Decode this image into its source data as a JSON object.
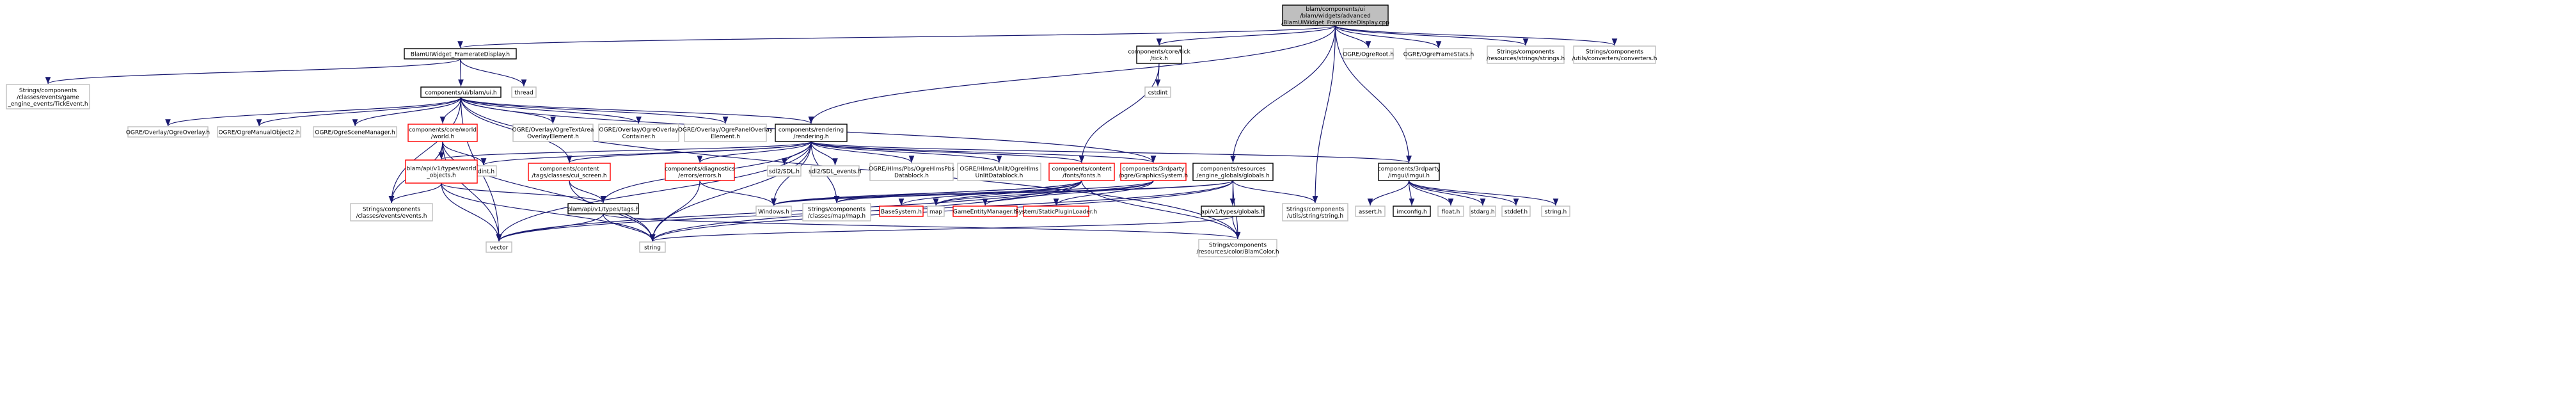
{
  "colors": {
    "root_fill": "#bfbfbf",
    "box_black": "#000000",
    "box_gray": "#bfbfbf",
    "box_red": "#ff0000",
    "edge": "#191970",
    "text": "#000000"
  },
  "nodes": [
    {
      "id": "root",
      "style": "root",
      "lines": [
        "blam/components/ui",
        "/blam/widgets/advanced",
        "/BlamUIWidget_FramerateDisplay.cpp"
      ]
    },
    {
      "id": "fdh",
      "style": "black",
      "lines": [
        "BlamUIWidget_FramerateDisplay.h"
      ]
    },
    {
      "id": "tick",
      "style": "black",
      "lines": [
        "components/core/tick",
        "/tick.h"
      ]
    },
    {
      "id": "ogreroot",
      "style": "gray",
      "lines": [
        "OGRE/OgreRoot.h"
      ]
    },
    {
      "id": "ogreframestats",
      "style": "gray",
      "lines": [
        "OGRE/OgreFrameStats.h"
      ]
    },
    {
      "id": "strings_strings",
      "style": "gray",
      "lines": [
        "Strings/components",
        "/resources/strings/strings.h"
      ]
    },
    {
      "id": "converters",
      "style": "gray",
      "lines": [
        "Strings/components",
        "/utils/converters/converters.h"
      ]
    },
    {
      "id": "tickevent",
      "style": "gray",
      "lines": [
        "Strings/components",
        "/classes/events/game",
        "_engine_events/TickEvent.h"
      ]
    },
    {
      "id": "uih",
      "style": "black",
      "lines": [
        "components/ui/blam/ui.h"
      ]
    },
    {
      "id": "thread",
      "style": "gray",
      "lines": [
        "thread"
      ]
    },
    {
      "id": "cstdint",
      "style": "gray",
      "lines": [
        "cstdint"
      ]
    },
    {
      "id": "ogreoverlay",
      "style": "gray",
      "lines": [
        "OGRE/Overlay/OgreOverlay.h"
      ]
    },
    {
      "id": "ogremanualobject",
      "style": "gray",
      "lines": [
        "OGRE/OgreManualObject2.h"
      ]
    },
    {
      "id": "ogrescenemanager",
      "style": "gray",
      "lines": [
        "OGRE/OgreSceneManager.h"
      ]
    },
    {
      "id": "worldh",
      "style": "red",
      "lines": [
        "components/core/world",
        "/world.h"
      ]
    },
    {
      "id": "textarea",
      "style": "gray",
      "lines": [
        "OGRE/Overlay/OgreTextArea",
        "OverlayElement.h"
      ]
    },
    {
      "id": "overlaycontainer",
      "style": "gray",
      "lines": [
        "OGRE/Overlay/OgreOverlay",
        "Container.h"
      ]
    },
    {
      "id": "panelelement",
      "style": "gray",
      "lines": [
        "OGRE/Overlay/OgrePanelOverlay",
        "Element.h"
      ]
    },
    {
      "id": "renderingh",
      "style": "black",
      "lines": [
        "components/rendering",
        "/rendering.h"
      ]
    },
    {
      "id": "globals",
      "style": "black",
      "lines": [
        "components/resources",
        "/engine_globals/globals.h"
      ]
    },
    {
      "id": "imguih",
      "style": "black",
      "lines": [
        "components/3rdparty",
        "/imgui/imgui.h"
      ]
    },
    {
      "id": "stdinth",
      "style": "gray",
      "lines": [
        "stdint.h"
      ]
    },
    {
      "id": "worldobjects",
      "style": "red",
      "lines": [
        "blam/api/v1/types/world",
        "_objects.h"
      ]
    },
    {
      "id": "curscreen",
      "style": "red",
      "lines": [
        "components/content",
        "/tags/classes/cui_screen.h"
      ]
    },
    {
      "id": "errorsh",
      "style": "red",
      "lines": [
        "components/diagnostics",
        "/errors/errors.h"
      ]
    },
    {
      "id": "sdl2",
      "style": "gray",
      "lines": [
        "sdl2/SDL.h"
      ]
    },
    {
      "id": "sdlevents",
      "style": "gray",
      "lines": [
        "sdl2/SDL_events.h"
      ]
    },
    {
      "id": "hlmspbs",
      "style": "gray",
      "lines": [
        "OGRE/Hlms/Pbs/OgreHlmsPbs",
        "Datablock.h"
      ]
    },
    {
      "id": "hlmsunlit",
      "style": "gray",
      "lines": [
        "OGRE/Hlms/Unlit/OgreHlms",
        "UnlitDatablock.h"
      ]
    },
    {
      "id": "fontsh",
      "style": "red",
      "lines": [
        "components/content",
        "/fonts/fonts.h"
      ]
    },
    {
      "id": "graphicssystem",
      "style": "red",
      "lines": [
        "components/3rdparty",
        "/ogre/GraphicsSystem.h"
      ]
    },
    {
      "id": "events",
      "style": "gray",
      "lines": [
        "Strings/components",
        "/classes/events/events.h"
      ]
    },
    {
      "id": "tagsh",
      "style": "black",
      "lines": [
        "blam/api/v1/types/tags.h"
      ]
    },
    {
      "id": "windows",
      "style": "gray",
      "lines": [
        "Windows.h"
      ]
    },
    {
      "id": "maph",
      "style": "gray",
      "lines": [
        "Strings/components",
        "/classes/map/map.h"
      ]
    },
    {
      "id": "basesystem",
      "style": "red",
      "lines": [
        "BaseSystem.h"
      ]
    },
    {
      "id": "map",
      "style": "gray",
      "lines": [
        "map"
      ]
    },
    {
      "id": "gameentity",
      "style": "red",
      "lines": [
        "GameEntityManager.h"
      ]
    },
    {
      "id": "staticplugin",
      "style": "red",
      "lines": [
        "System/StaticPluginLoader.h"
      ]
    },
    {
      "id": "apiglobals",
      "style": "black",
      "lines": [
        "api/v1/types/globals.h"
      ]
    },
    {
      "id": "stringutil",
      "style": "gray",
      "lines": [
        "Strings/components",
        "/utils/string/string.h"
      ]
    },
    {
      "id": "asserth",
      "style": "gray",
      "lines": [
        "assert.h"
      ]
    },
    {
      "id": "imconfig",
      "style": "black",
      "lines": [
        "imconfig.h"
      ]
    },
    {
      "id": "floath",
      "style": "gray",
      "lines": [
        "float.h"
      ]
    },
    {
      "id": "stdargh",
      "style": "gray",
      "lines": [
        "stdarg.h"
      ]
    },
    {
      "id": "stddefh",
      "style": "gray",
      "lines": [
        "stddef.h"
      ]
    },
    {
      "id": "stringh",
      "style": "gray",
      "lines": [
        "string.h"
      ]
    },
    {
      "id": "vector",
      "style": "gray",
      "lines": [
        "vector"
      ]
    },
    {
      "id": "string",
      "style": "gray",
      "lines": [
        "string"
      ]
    },
    {
      "id": "blamcolor",
      "style": "gray",
      "lines": [
        "Strings/components",
        "/resources/color/BlamColor.h"
      ]
    }
  ],
  "edges": [
    [
      "root",
      "fdh"
    ],
    [
      "root",
      "tick"
    ],
    [
      "root",
      "ogreroot"
    ],
    [
      "root",
      "ogreframestats"
    ],
    [
      "root",
      "strings_strings"
    ],
    [
      "root",
      "converters"
    ],
    [
      "root",
      "renderingh"
    ],
    [
      "root",
      "globals"
    ],
    [
      "root",
      "imguih"
    ],
    [
      "root",
      "stringutil"
    ],
    [
      "fdh",
      "tickevent"
    ],
    [
      "fdh",
      "uih"
    ],
    [
      "fdh",
      "thread"
    ],
    [
      "tick",
      "cstdint"
    ],
    [
      "tick",
      "fontsh"
    ],
    [
      "uih",
      "ogreoverlay"
    ],
    [
      "uih",
      "ogremanualobject"
    ],
    [
      "uih",
      "ogrescenemanager"
    ],
    [
      "uih",
      "worldh"
    ],
    [
      "uih",
      "textarea"
    ],
    [
      "uih",
      "overlaycontainer"
    ],
    [
      "uih",
      "panelelement"
    ],
    [
      "uih",
      "renderingh"
    ],
    [
      "uih",
      "curscreen"
    ],
    [
      "uih",
      "events"
    ],
    [
      "uih",
      "vector"
    ],
    [
      "uih",
      "blamcolor"
    ],
    [
      "uih",
      "graphicssystem"
    ],
    [
      "worldh",
      "stdinth"
    ],
    [
      "worldh",
      "worldobjects"
    ],
    [
      "worldh",
      "events"
    ],
    [
      "worldh",
      "vector"
    ],
    [
      "worldh",
      "string"
    ],
    [
      "worldobjects",
      "vector"
    ],
    [
      "worldobjects",
      "string"
    ],
    [
      "worldobjects",
      "tagsh"
    ],
    [
      "worldobjects",
      "events"
    ],
    [
      "curscreen",
      "tagsh"
    ],
    [
      "curscreen",
      "string"
    ],
    [
      "tagsh",
      "vector"
    ],
    [
      "tagsh",
      "string"
    ],
    [
      "tagsh",
      "blamcolor"
    ],
    [
      "renderingh",
      "stdinth"
    ],
    [
      "renderingh",
      "worldobjects"
    ],
    [
      "renderingh",
      "curscreen"
    ],
    [
      "renderingh",
      "errorsh"
    ],
    [
      "renderingh",
      "sdl2"
    ],
    [
      "renderingh",
      "sdlevents"
    ],
    [
      "renderingh",
      "hlmspbs"
    ],
    [
      "renderingh",
      "hlmsunlit"
    ],
    [
      "renderingh",
      "fontsh"
    ],
    [
      "renderingh",
      "graphicssystem"
    ],
    [
      "renderingh",
      "tagsh"
    ],
    [
      "renderingh",
      "windows"
    ],
    [
      "renderingh",
      "maph"
    ],
    [
      "renderingh",
      "vector"
    ],
    [
      "renderingh",
      "string"
    ],
    [
      "renderingh",
      "imguih"
    ],
    [
      "errorsh",
      "windows"
    ],
    [
      "errorsh",
      "string"
    ],
    [
      "fontsh",
      "windows"
    ],
    [
      "fontsh",
      "maph"
    ],
    [
      "fontsh",
      "basesystem"
    ],
    [
      "fontsh",
      "map"
    ],
    [
      "fontsh",
      "string"
    ],
    [
      "fontsh",
      "vector"
    ],
    [
      "fontsh",
      "blamcolor"
    ],
    [
      "graphicssystem",
      "gameentity"
    ],
    [
      "graphicssystem",
      "staticplugin"
    ],
    [
      "graphicssystem",
      "map"
    ],
    [
      "graphicssystem",
      "windows"
    ],
    [
      "globals",
      "windows"
    ],
    [
      "globals",
      "apiglobals"
    ],
    [
      "globals",
      "stringutil"
    ],
    [
      "globals",
      "vector"
    ],
    [
      "globals",
      "string"
    ],
    [
      "globals",
      "blamcolor"
    ],
    [
      "globals",
      "maph"
    ],
    [
      "apiglobals",
      "blamcolor"
    ],
    [
      "apiglobals",
      "string"
    ],
    [
      "imguih",
      "asserth"
    ],
    [
      "imguih",
      "imconfig"
    ],
    [
      "imguih",
      "floath"
    ],
    [
      "imguih",
      "stdargh"
    ],
    [
      "imguih",
      "stddefh"
    ],
    [
      "imguih",
      "stringh"
    ]
  ]
}
